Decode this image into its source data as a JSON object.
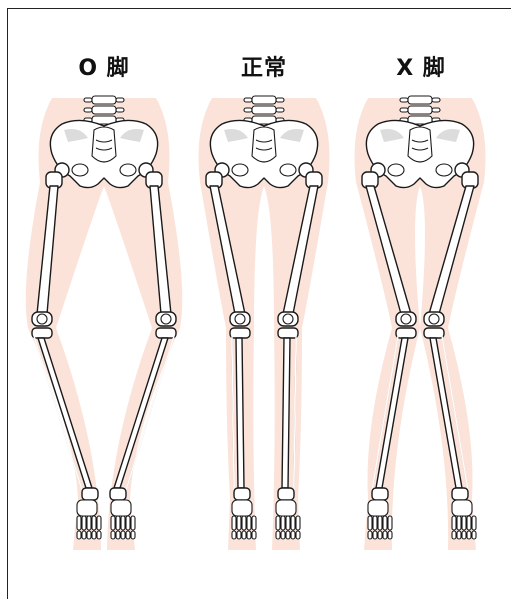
{
  "figure": {
    "labels": {
      "bow_legs": "O 脚",
      "normal": "正常",
      "knock_knees": "X 脚"
    }
  }
}
